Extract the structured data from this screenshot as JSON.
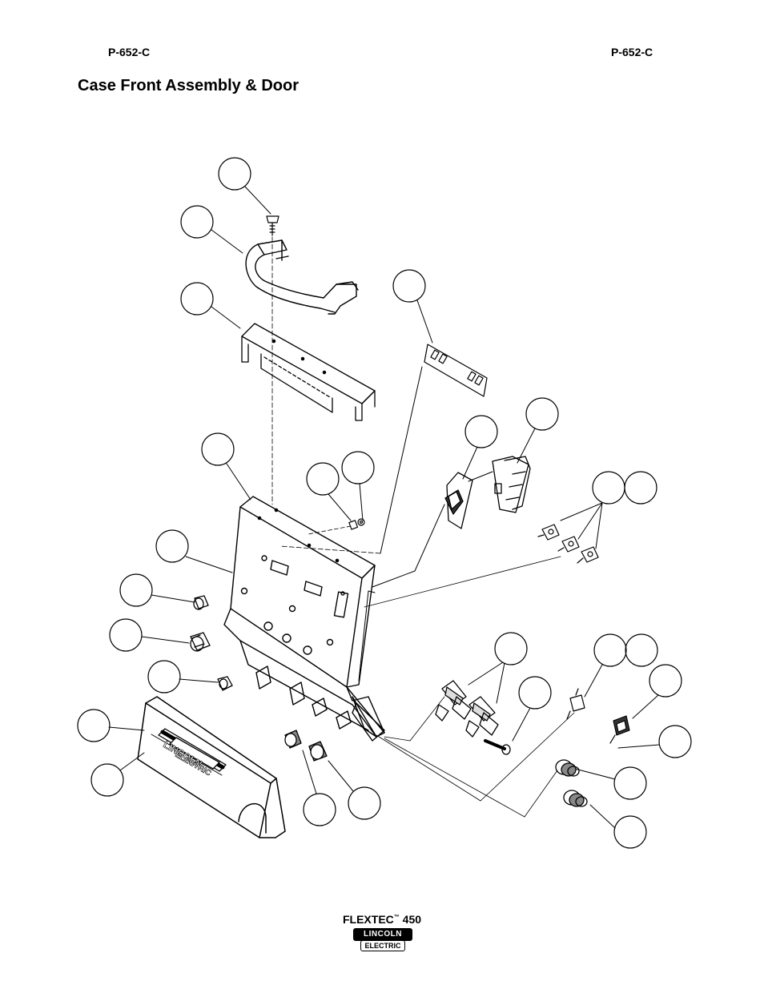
{
  "header": {
    "left_code": "P-652-C",
    "right_code": "P-652-C"
  },
  "title": "Case Front Assembly & Door",
  "footer": {
    "model": "FLEXTEC",
    "tm": "™",
    "model_number": "450",
    "logo_top": "LINCOLN",
    "logo_bottom": "ELECTRIC",
    "logo_reg": "®"
  },
  "door_logo": {
    "top": "LINCOLN",
    "bottom": "ELECTRIC"
  }
}
